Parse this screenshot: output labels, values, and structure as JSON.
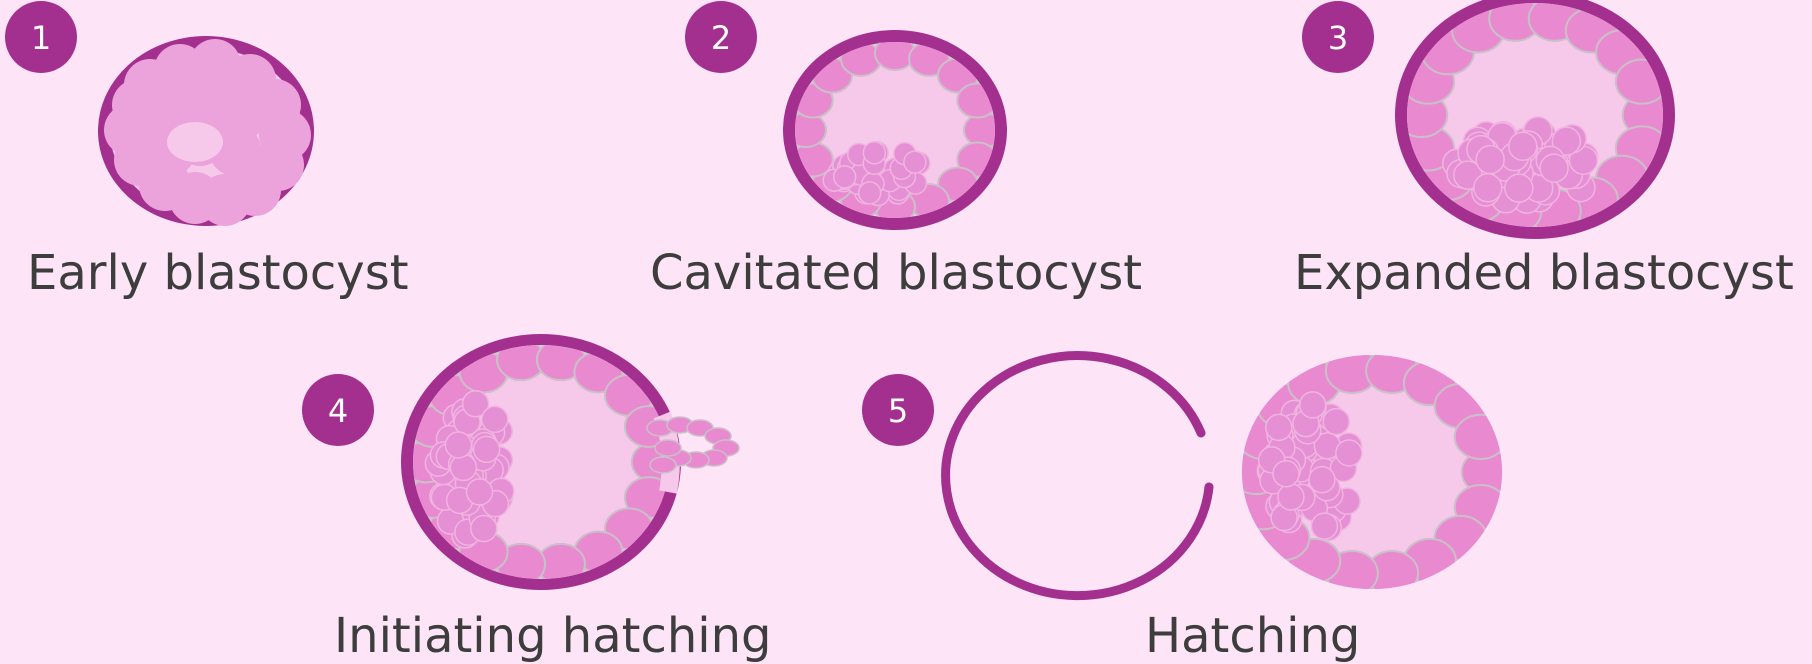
{
  "colors": {
    "background": "#fde4f7",
    "shell": "#a3308f",
    "cell": "#e98ad0",
    "cell_light": "#f1b4e0",
    "cavity": "#f6c9ea",
    "icm": "#e58fd4",
    "label_text": "#3d3d3d",
    "badge_text": "#ffffff"
  },
  "stages": [
    {
      "number": "1",
      "label": "Early blastocyst"
    },
    {
      "number": "2",
      "label": "Cavitated blastocyst"
    },
    {
      "number": "3",
      "label": "Expanded blastocyst"
    },
    {
      "number": "4",
      "label": "Initiating hatching"
    },
    {
      "number": "5",
      "label": "Hatching"
    }
  ]
}
